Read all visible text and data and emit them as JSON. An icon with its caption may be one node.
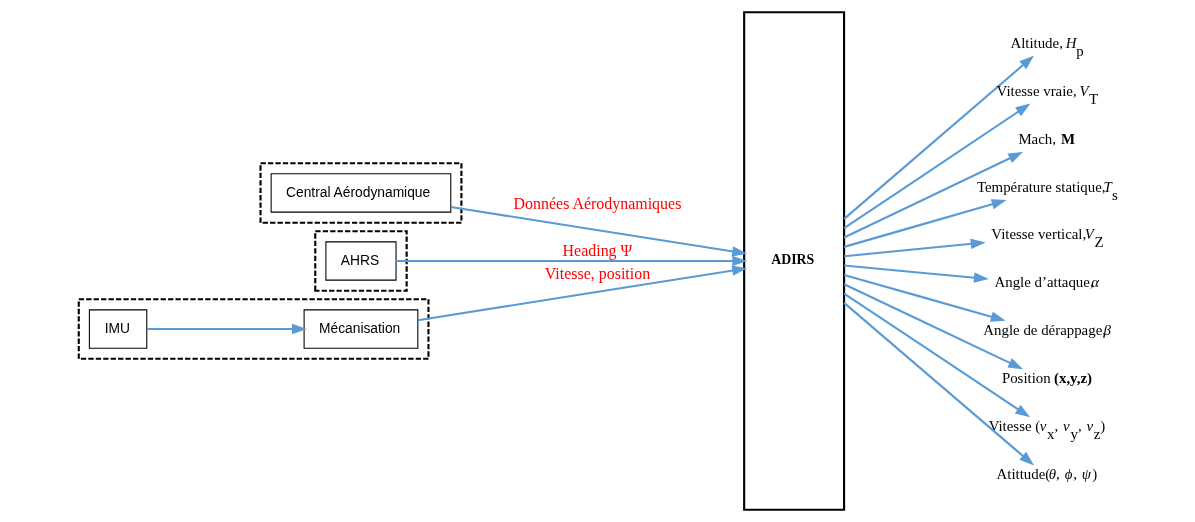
{
  "diagram": {
    "nodes": [
      {
        "text": [],
        "shape": "box"
      },
      {
        "text": [
          "Central Aérodynamique"
        ],
        "in": 0
      },
      {
        "text": [],
        "shape": "box"
      },
      {
        "text": [
          "AHRS"
        ],
        "in": 2
      },
      {
        "text": [],
        "shape": "box"
      },
      {
        "text": [
          "IMU"
        ],
        "in": 4
      },
      {
        "text": [
          "Mécanisation"
        ],
        "in": 4
      },
      {
        "text": [
          "ADIRS"
        ]
      },
      {
        "text": [
          "Altitude, *H*$_{p}$"
        ]
      },
      {
        "text": [
          "Vitesse vraie, *V*$_{T}$"
        ]
      },
      {
        "text": [
          "Mach, **M**"
        ]
      },
      {
        "text": [
          "Température statique,*T*$_{s}$"
        ]
      },
      {
        "text": [
          "Vitesse vertical,*V*$_{Z}$"
        ]
      },
      {
        "text": [
          "Angle d’attaque,*α*"
        ]
      },
      {
        "text": [
          "Angle de dérappage,*β*"
        ]
      },
      {
        "text": [
          "Position **(x,y,z)**"
        ]
      },
      {
        "text": [
          "Vitesse (*v*$_{x}$, *v*$_{y}$, *v*$_{z}$)"
        ]
      },
      {
        "text": [
          "Atittude(*θ*, *ϕ*, *ψ*)"
        ]
      }
    ],
    "edges": [
      {
        "from": 1,
        "to": 7,
        "arrow": "to",
        "label": "Données Aérodynamiques"
      },
      {
        "from": 3,
        "to": 7,
        "arrow": "to",
        "label": "Heading Ψ"
      },
      {
        "from": 5,
        "to": 6,
        "arrow": "to"
      },
      {
        "from": 6,
        "to": 7,
        "arrow": "to",
        "label": "Vitesse, position"
      },
      {
        "from": 7,
        "to": 8,
        "arrow": "to"
      },
      {
        "from": 7,
        "to": 9,
        "arrow": "to"
      },
      {
        "from": 7,
        "to": 10,
        "arrow": "to"
      },
      {
        "from": 7,
        "to": 11,
        "arrow": "to"
      },
      {
        "from": 7,
        "to": 12,
        "arrow": "to"
      },
      {
        "from": 7,
        "to": 13,
        "arrow": "to"
      },
      {
        "from": 7,
        "to": 14,
        "arrow": "to"
      },
      {
        "from": 7,
        "to": 15,
        "arrow": "to"
      },
      {
        "from": 7,
        "to": 16,
        "arrow": "to"
      },
      {
        "from": 7,
        "to": 17,
        "arrow": "to"
      }
    ]
  }
}
